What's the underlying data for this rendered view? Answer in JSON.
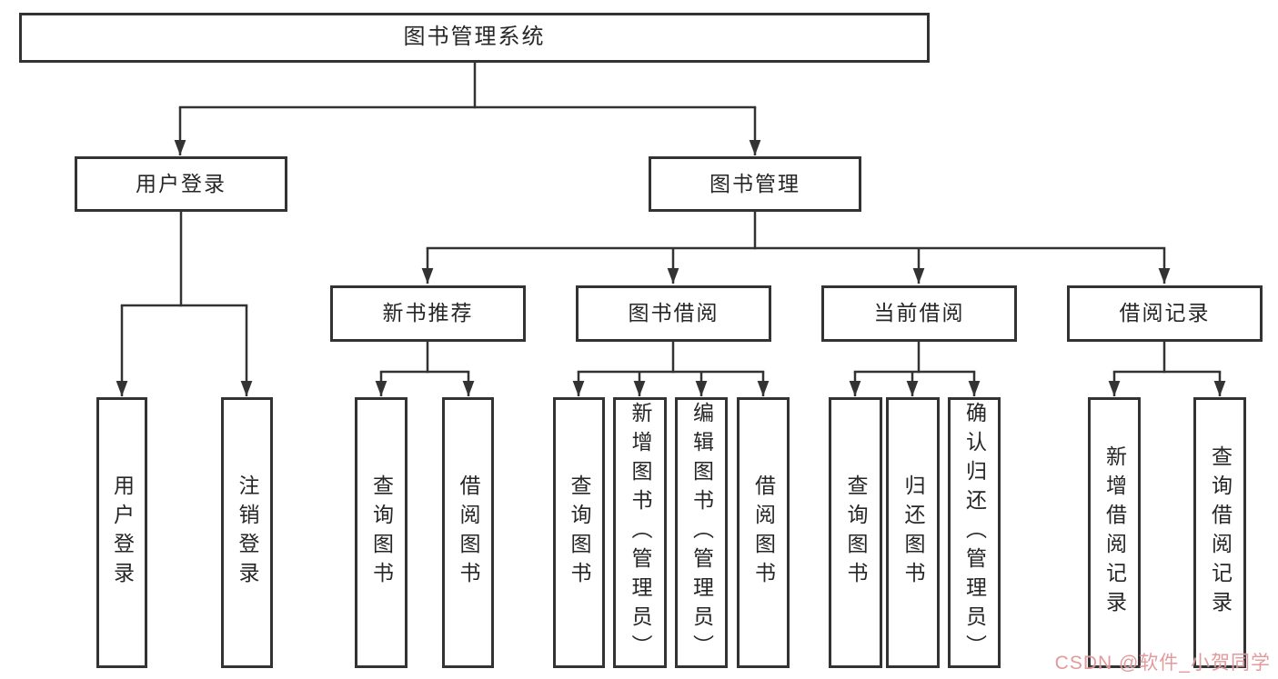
{
  "tree": {
    "label": "图书管理系统",
    "children": [
      {
        "label": "用户登录",
        "children": [
          {
            "label": "用户登录"
          },
          {
            "label": "注销登录"
          }
        ]
      },
      {
        "label": "图书管理",
        "children": [
          {
            "label": "新书推荐",
            "children": [
              {
                "label": "查询图书"
              },
              {
                "label": "借阅图书"
              }
            ]
          },
          {
            "label": "图书借阅",
            "children": [
              {
                "label": "查询图书"
              },
              {
                "label": "新增图书（管理员）"
              },
              {
                "label": "编辑图书（管理员）"
              },
              {
                "label": "借阅图书"
              }
            ]
          },
          {
            "label": "当前借阅",
            "children": [
              {
                "label": "查询图书"
              },
              {
                "label": "归还图书"
              },
              {
                "label": "确认归还（管理员）"
              }
            ]
          },
          {
            "label": "借阅记录",
            "children": [
              {
                "label": "新增借阅记录"
              },
              {
                "label": "查询借阅记录"
              }
            ]
          }
        ]
      }
    ]
  },
  "watermark": {
    "text": "CSDN @软件_小贺同学"
  },
  "style": {
    "line_color": "#333333",
    "node_border_color": "#333333",
    "node_background": "#ffffff",
    "text_color": "#262626",
    "watermark_color": "#db7d80",
    "background": "#ffffff"
  }
}
